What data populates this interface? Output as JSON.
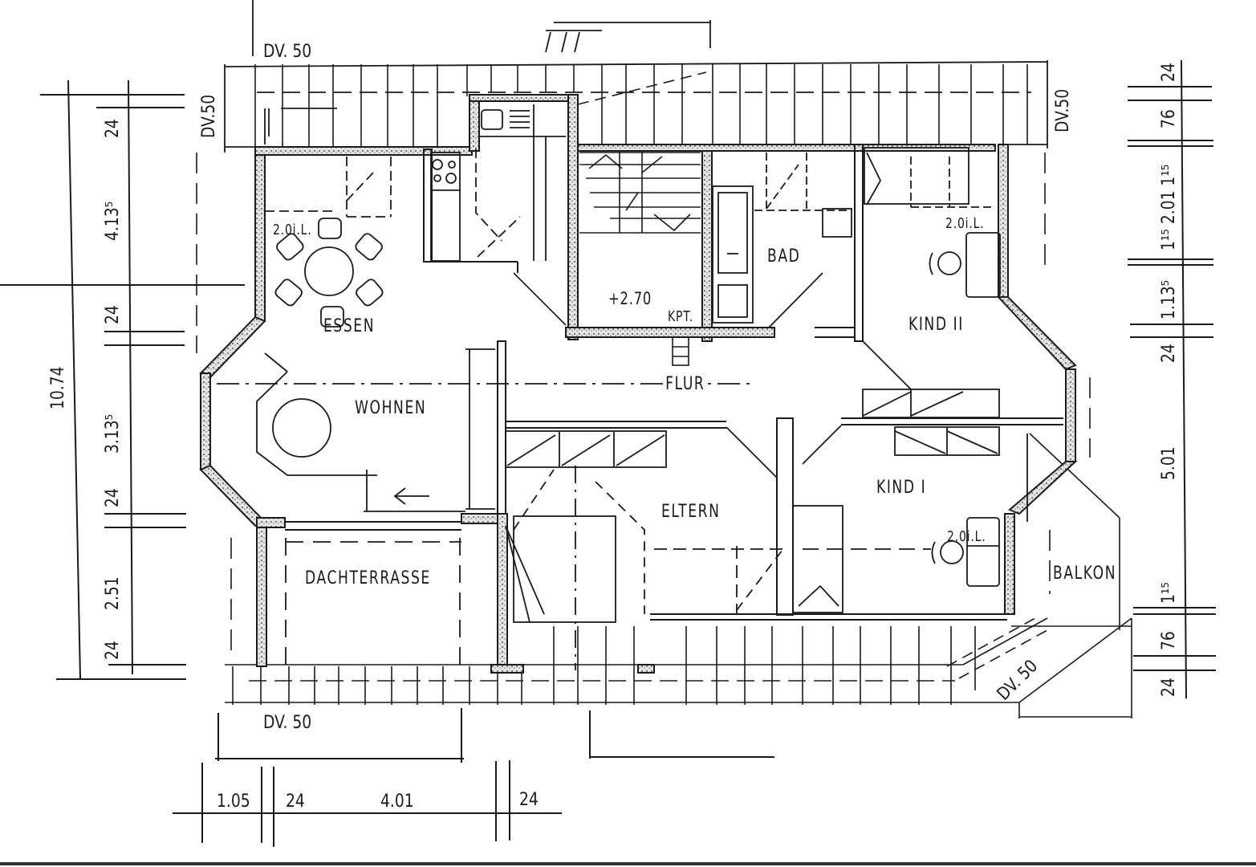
{
  "drawing": {
    "type": "floor-plan",
    "colors": {
      "ink": "#1b1b1b",
      "paper": "#ffffff",
      "wall_fill": "#d9d9d9"
    },
    "rooms": [
      {
        "id": "essen",
        "label": "ESSEN"
      },
      {
        "id": "wohnen",
        "label": "WOHNEN"
      },
      {
        "id": "dachterrasse",
        "label": "DACHTERRASSE"
      },
      {
        "id": "bad",
        "label": "BAD"
      },
      {
        "id": "flur",
        "label": "FLUR"
      },
      {
        "id": "kind2",
        "label": "KIND II"
      },
      {
        "id": "kind1",
        "label": "KIND I"
      },
      {
        "id": "eltern",
        "label": "ELTERN"
      },
      {
        "id": "balkon",
        "label": "BALKON"
      }
    ],
    "annotations": {
      "level": "+2.70",
      "kpt": "KPT.",
      "window_essen": "2.0i.L.",
      "window_kind2": "2.0i.L.",
      "window_kind1": "2.0i.L.",
      "dv_top": "DV. 50",
      "dv_left": "DV.50",
      "dv_right": "DV.50",
      "dv_bottom": "DV. 50",
      "dv_diag": "DV. 50"
    },
    "dimensions": {
      "left_total": "10.74",
      "left_chain": [
        "24",
        "4.13⁵",
        "24",
        "3.13⁵",
        "24",
        "2.51",
        "24"
      ],
      "right_chain": [
        "24",
        "76",
        "1¹⁵ 2.01 1¹⁵",
        "1.13⁵",
        "24",
        "5.01",
        "1¹⁵",
        "76",
        "24"
      ],
      "bottom_chain": [
        "1.05",
        "24",
        "4.01",
        "24"
      ]
    }
  }
}
